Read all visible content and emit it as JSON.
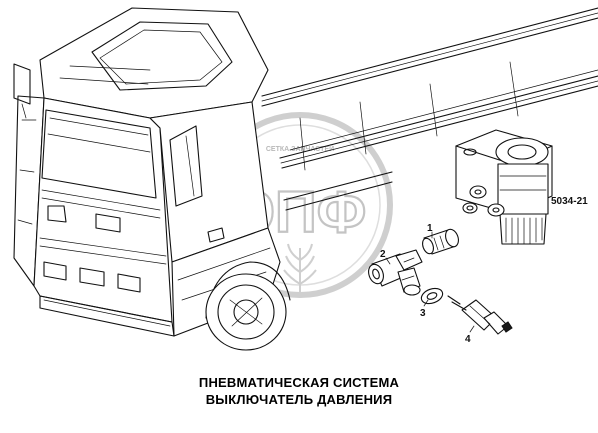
{
  "diagram": {
    "part_labels": [
      "1",
      "2",
      "3",
      "4"
    ],
    "figure_code": "5034-21",
    "caption_line1": "ПНЕВМАТИЧЕСКАЯ СИСТЕМА",
    "caption_line2": "ВЫКЛЮЧАТЕЛЬ ДАВЛЕНИЯ"
  },
  "watermark": {
    "ring_text": "СЕТКА ЗАПЧАСТЕЙ",
    "letters": "ЭПФ",
    "color": "#c4c4c4"
  }
}
